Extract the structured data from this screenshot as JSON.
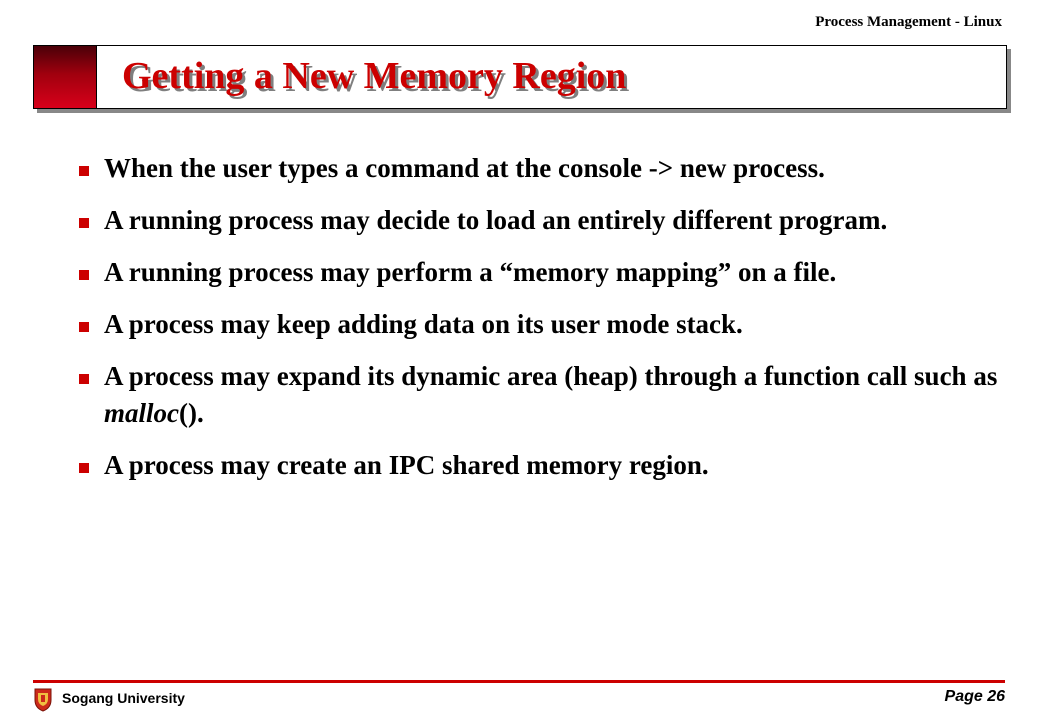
{
  "header": {
    "topic": "Process Management - Linux"
  },
  "title": "Getting a New Memory Region",
  "bullets": [
    {
      "text": "When the user types a command at the console -> new process."
    },
    {
      "text": "A running process may decide to load an entirely different program."
    },
    {
      "text": "A running process may perform a “memory mapping” on a file."
    },
    {
      "text": "A process may keep adding data on its user mode stack."
    },
    {
      "before": "A process may expand its dynamic area (heap) through a function call such as ",
      "italic": "malloc",
      "after": "()."
    },
    {
      "text": "A process may create an IPC shared memory region."
    }
  ],
  "footer": {
    "institution": "Sogang University",
    "page": "Page 26",
    "logo_icon": "university-crest-icon"
  },
  "colors": {
    "accent_red": "#cc0000",
    "title_shadow": "#7f7f7f"
  }
}
